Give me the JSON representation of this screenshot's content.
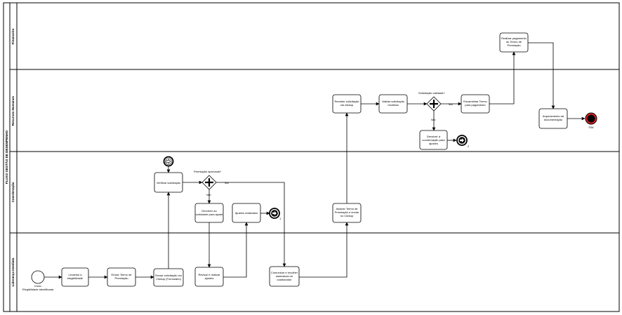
{
  "pool": {
    "title": "FLUXO GESTÃO DE DESEMPENHO"
  },
  "lanes": [
    {
      "id": "fin",
      "label": "Financeiro"
    },
    {
      "id": "rh",
      "label": "Recursos Humanos"
    },
    {
      "id": "coord",
      "label": "Coordenação"
    },
    {
      "id": "lid",
      "label": "Liderança Imediata"
    }
  ],
  "tasks": [
    {
      "id": "t_levantar",
      "lines": [
        "Levantar a",
        "elegibilidade"
      ]
    },
    {
      "id": "t_enviar_termo",
      "lines": [
        "Enviar Termo de",
        "Premiação"
      ]
    },
    {
      "id": "t_enviar_sol",
      "lines": [
        "Enviar solicitação via",
        "Clickup (Formulário)"
      ]
    },
    {
      "id": "t_revisar",
      "lines": [
        "Revisar e realizar",
        "ajustes"
      ]
    },
    {
      "id": "t_comunicar",
      "lines": [
        "Comunicar e recolher",
        "assinatura do",
        "colaborador"
      ]
    },
    {
      "id": "t_verificar",
      "lines": [
        "Verificar solicitação"
      ]
    },
    {
      "id": "t_devolver_sol",
      "lines": [
        "Devolver ao",
        "solicitante para ajuste"
      ]
    },
    {
      "id": "t_ajustes",
      "lines": [
        "Ajustes realizados"
      ]
    },
    {
      "id": "t_assinar",
      "lines": [
        "Assinar Termo de",
        "Premiação e enviar",
        "no Clickup"
      ]
    },
    {
      "id": "t_receber",
      "lines": [
        "Receber solicitação",
        "via clickup"
      ]
    },
    {
      "id": "t_validar",
      "lines": [
        "Validar solicitação",
        "recebida"
      ]
    },
    {
      "id": "t_encaminhar",
      "lines": [
        "Encaminhar Termo",
        "para pagamento"
      ]
    },
    {
      "id": "t_devolver_coord",
      "lines": [
        "Devolver a",
        "coordenação para",
        "ajustes"
      ]
    },
    {
      "id": "t_arquivamento",
      "lines": [
        "Arquivamento da",
        "documentação"
      ]
    },
    {
      "id": "t_pagamento",
      "lines": [
        "Realizar pagamento",
        "do Termo de",
        "Premiação"
      ]
    }
  ],
  "gateways": [
    {
      "id": "g_premiacao",
      "question": "Premiação aprovada?",
      "yes": "Sim",
      "no": "Não"
    },
    {
      "id": "g_solicitacao",
      "question": "Solicitação validada?",
      "yes": "Sim",
      "no": "Não"
    }
  ],
  "events": {
    "start_label": [
      "Início",
      "Elegibilidade identificada"
    ],
    "end_label": "FIM",
    "link_1": "1",
    "link_2": "2"
  }
}
